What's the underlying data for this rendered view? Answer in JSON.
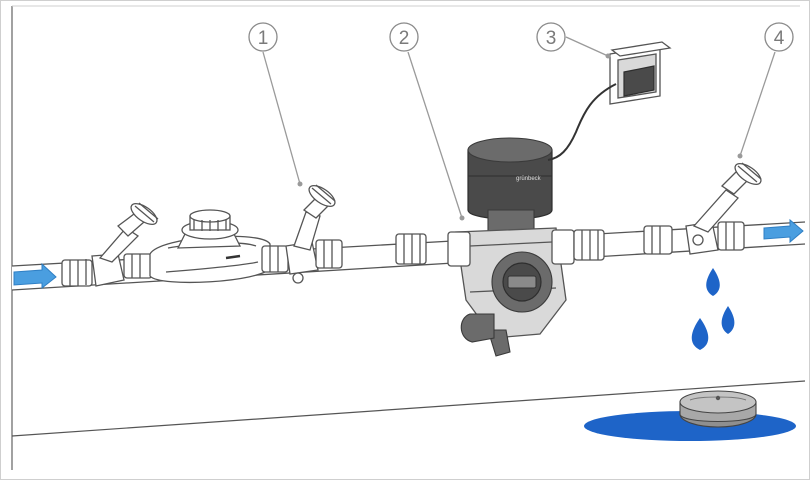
{
  "callouts": [
    {
      "label": "1"
    },
    {
      "label": "2"
    },
    {
      "label": "3"
    },
    {
      "label": "4"
    }
  ],
  "device_brand": "grünbeck",
  "colors": {
    "water": "#1e64c8",
    "arrow": "#4a9ee0",
    "device_dark": "#4a4a4a",
    "outline": "#555555"
  }
}
